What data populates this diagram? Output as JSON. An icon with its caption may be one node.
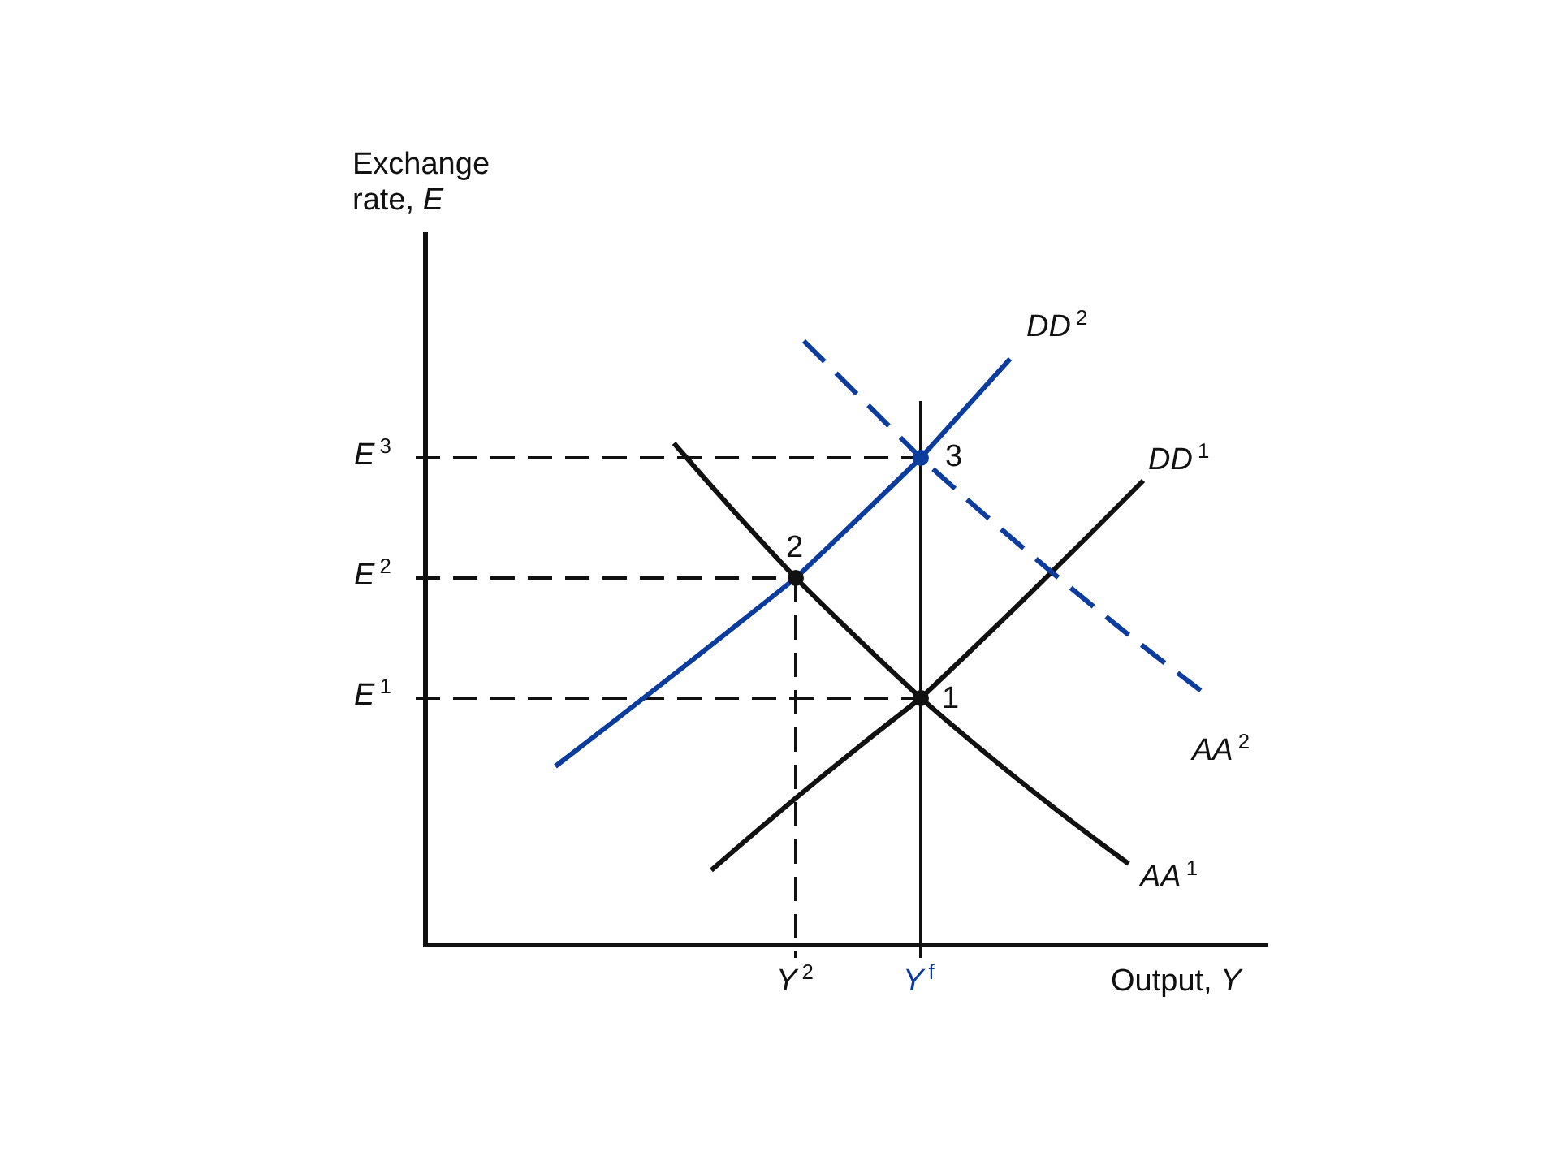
{
  "diagram": {
    "labels": [
      "Exchange rate, *E*",
      "*DD*$^{2}$",
      "*E*$^{3}$",
      "3",
      "*DD*$^{1}$",
      "*E*$^{2}$",
      "2",
      "*E*$^{1}$",
      "1",
      "*AA*$^{2}$",
      "*AA*$^{1}$",
      "*Y*$^{2}$",
      "*Y*$^{f}$",
      "Output, *Y*"
    ]
  }
}
